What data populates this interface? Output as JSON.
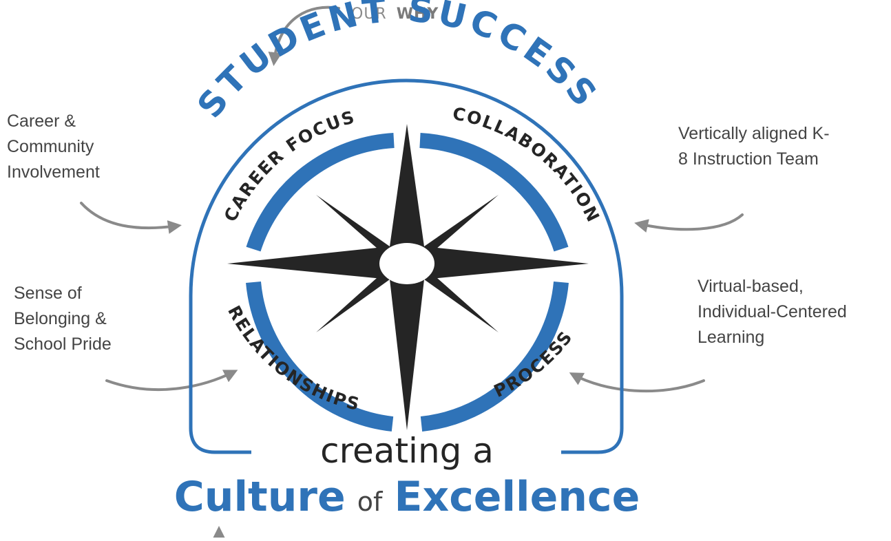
{
  "header": {
    "our": "OUR",
    "why": "WHY"
  },
  "emblem": {
    "arc_title": "STUDENT SUCCESS",
    "pillars": {
      "career_focus": "CAREER FOCUS",
      "collaboration": "COLLABORATION",
      "relationships": "RELATIONSHIPS",
      "process": "PROCESS"
    },
    "tagline_line1": "creating a",
    "tagline_word1": "Culture",
    "tagline_word2": "of",
    "tagline_word3": "Excellence"
  },
  "inputs": {
    "career_community": [
      "Career &",
      "Community",
      "Involvement"
    ],
    "vertical_team": [
      "Vertically aligned K-",
      "8 Instruction Team"
    ],
    "belonging": [
      "Sense of",
      "Belonging &",
      "School Pride"
    ],
    "virtual_learning": [
      "Virtual-based,",
      "Individual-Centered",
      "Learning"
    ]
  },
  "colors": {
    "brand_blue": "#2f73b8",
    "compass_dark": "#252525",
    "arrow_gray": "#8a8a8a",
    "text_gray": "#444444",
    "header_gray": "#8a8a8a"
  }
}
